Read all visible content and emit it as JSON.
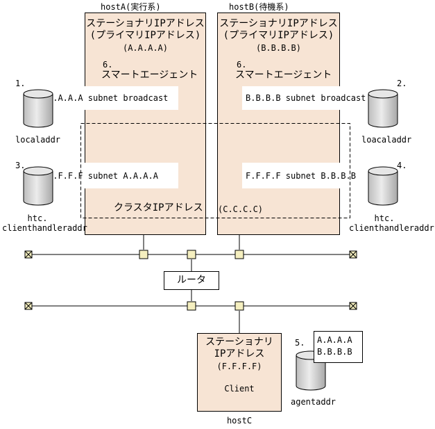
{
  "hostA": {
    "title": "hostA(実行系)",
    "stationary_line1": "ステーショナリIPアドレス",
    "stationary_line2": "(プライマリIPアドレス)",
    "address": "(A.A.A.A)",
    "agent_number": "6.",
    "agent_label": "スマートエージェント",
    "entry1": "A.A.A.A subnet broadcast",
    "entry3": "F.F.F.F subnet A.A.A.A"
  },
  "hostB": {
    "title": "hostB(待機系)",
    "stationary_line1": "ステーショナリIPアドレス",
    "stationary_line2": "(プライマリIPアドレス)",
    "address": "(B.B.B.B)",
    "agent_number": "6.",
    "agent_label": "スマートエージェント",
    "entry2": "B.B.B.B subnet broadcast",
    "entry4": "F.F.F.F subnet B.B.B.B"
  },
  "cluster": {
    "label": "クラスタIPアドレス",
    "address": "(C.C.C.C)"
  },
  "files": {
    "f1": {
      "number": "1.",
      "name": "localaddr"
    },
    "f2": {
      "number": "2.",
      "name": "loacaladdr"
    },
    "f3": {
      "number": "3.",
      "name_line1": "htc.",
      "name_line2": "clienthandleraddr"
    },
    "f4": {
      "number": "4.",
      "name_line1": "htc.",
      "name_line2": "clienthandleraddr"
    },
    "f5": {
      "number": "5.",
      "name": "agentaddr",
      "entries": [
        "A.A.A.A",
        "B.B.B.B"
      ]
    }
  },
  "router": {
    "label": "ルータ"
  },
  "hostC": {
    "title": "hostC",
    "stationary_line1": "ステーショナリ",
    "stationary_line2": "IPアドレス",
    "address": "(F.F.F.F)",
    "client_label": "Client"
  },
  "colors": {
    "host_fill": "#f7e4d4",
    "node_fill": "#f5efbf",
    "cylinder_fill": "#d2d2d2",
    "line": "#000000"
  }
}
